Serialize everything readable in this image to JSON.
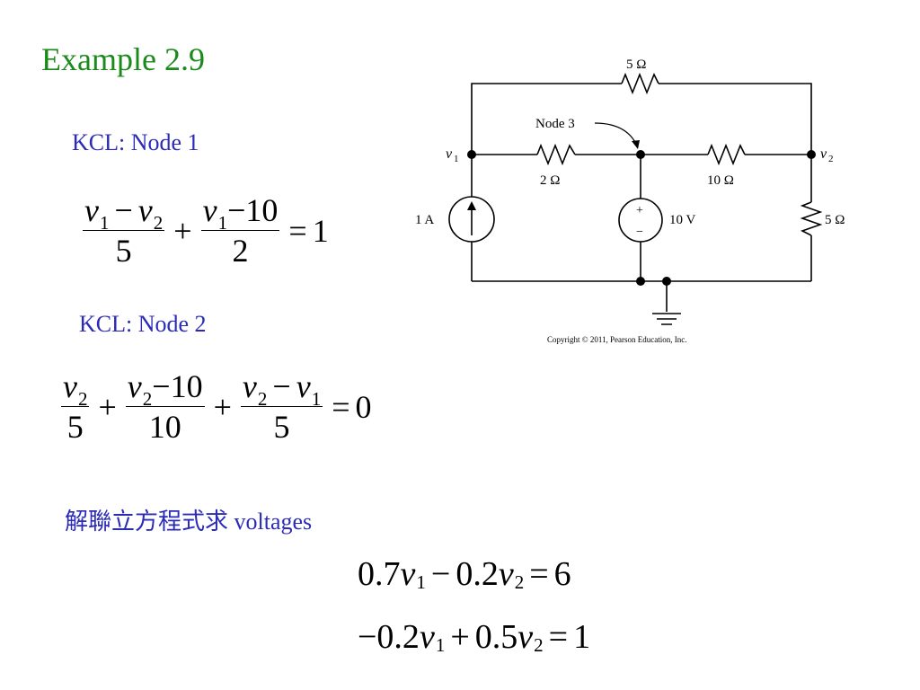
{
  "slide": {
    "title": "Example 2.9",
    "kcl_node1_label": "KCL: Node 1",
    "kcl_node2_label": "KCL: Node 2",
    "solve_label": "解聯立方程式求 voltages"
  },
  "equations": {
    "eq1": {
      "n1": "v",
      "n1_sub": "1",
      "n1_op": "−",
      "n1_b": "v",
      "n1_b_sub": "2",
      "d1": "5",
      "plus": "+",
      "n2": "v",
      "n2_sub": "1",
      "n2_rest": "−10",
      "d2": "2",
      "eq": "=",
      "rhs": "1"
    },
    "eq2": {
      "n1": "v",
      "n1_sub": "2",
      "d1": "5",
      "plus1": "+",
      "n2": "v",
      "n2_sub": "2",
      "n2_rest": "−10",
      "d2": "10",
      "plus2": "+",
      "n3": "v",
      "n3_sub": "2",
      "n3_op": "−",
      "n3_b": "v",
      "n3_b_sub": "1",
      "d3": "5",
      "eq": "=",
      "rhs": "0"
    },
    "eq3": {
      "c1": "0.7",
      "v1": "v",
      "s1": "1",
      "op": "−",
      "c2": "0.2",
      "v2": "v",
      "s2": "2",
      "eq": "=",
      "rhs": "6"
    },
    "eq4": {
      "c1": "−0.2",
      "v1": "v",
      "s1": "1",
      "op": "+",
      "c2": "0.5",
      "v2": "v",
      "s2": "2",
      "eq": "=",
      "rhs": "1"
    }
  },
  "circuit": {
    "r_top": "5 Ω",
    "r_left": "2 Ω",
    "r_mid": "10 Ω",
    "r_right": "5 Ω",
    "node3_label": "Node 3",
    "v1_label": "v",
    "v1_sub": "1",
    "v2_label": "v",
    "v2_sub": "2",
    "current_source": "1 A",
    "voltage_source": "10 V",
    "plus_sign": "+",
    "minus_sign": "−",
    "copyright": "Copyright © 2011, Pearson Education, Inc."
  }
}
